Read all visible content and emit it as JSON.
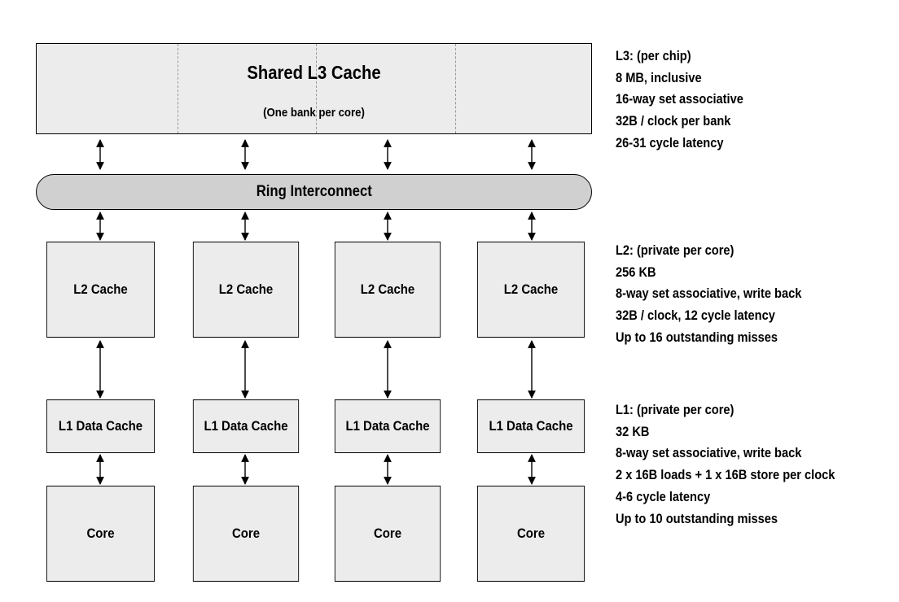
{
  "l3_block": {
    "title": "Shared L3 Cache",
    "subtitle": "(One bank per core)"
  },
  "ring": {
    "label": "Ring Interconnect"
  },
  "l2_label": "L2 Cache",
  "l1_label": "L1 Data Cache",
  "core_label": "Core",
  "specs": {
    "l3": [
      "L3: (per chip)",
      "8 MB, inclusive",
      "16-way set associative",
      "32B / clock per bank",
      "26-31 cycle latency"
    ],
    "l2": [
      "L2: (private per core)",
      "256  KB",
      "8-way set associative, write back",
      "32B / clock, 12 cycle latency",
      "Up to 16 outstanding misses"
    ],
    "l1": [
      "L1: (private per core)",
      "32 KB",
      "8-way set associative, write back",
      "2 x 16B loads + 1 x 16B store per clock",
      "4-6 cycle latency",
      "Up to 10 outstanding misses"
    ]
  }
}
